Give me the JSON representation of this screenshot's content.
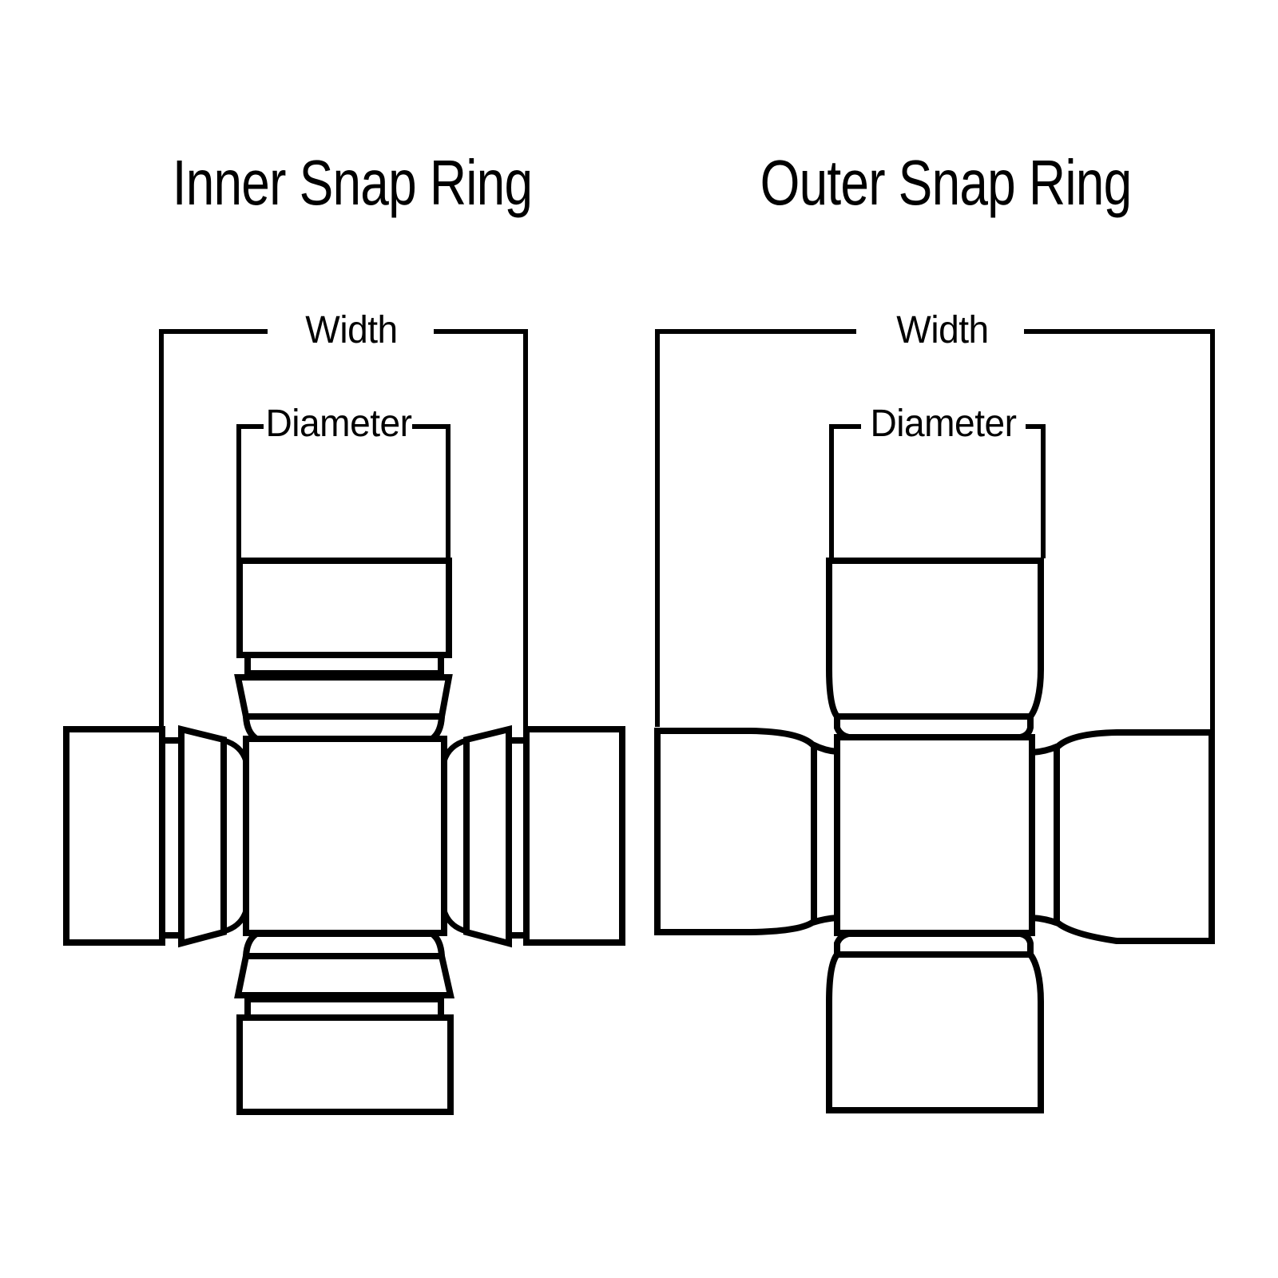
{
  "colors": {
    "background": "#ffffff",
    "line": "#000000"
  },
  "inner_diagram": {
    "title": "Inner Snap Ring",
    "width_label": "Width",
    "diameter_label": "Diameter"
  },
  "outer_diagram": {
    "title": "Outer Snap Ring",
    "width_label": "Width",
    "diameter_label": "Diameter"
  }
}
